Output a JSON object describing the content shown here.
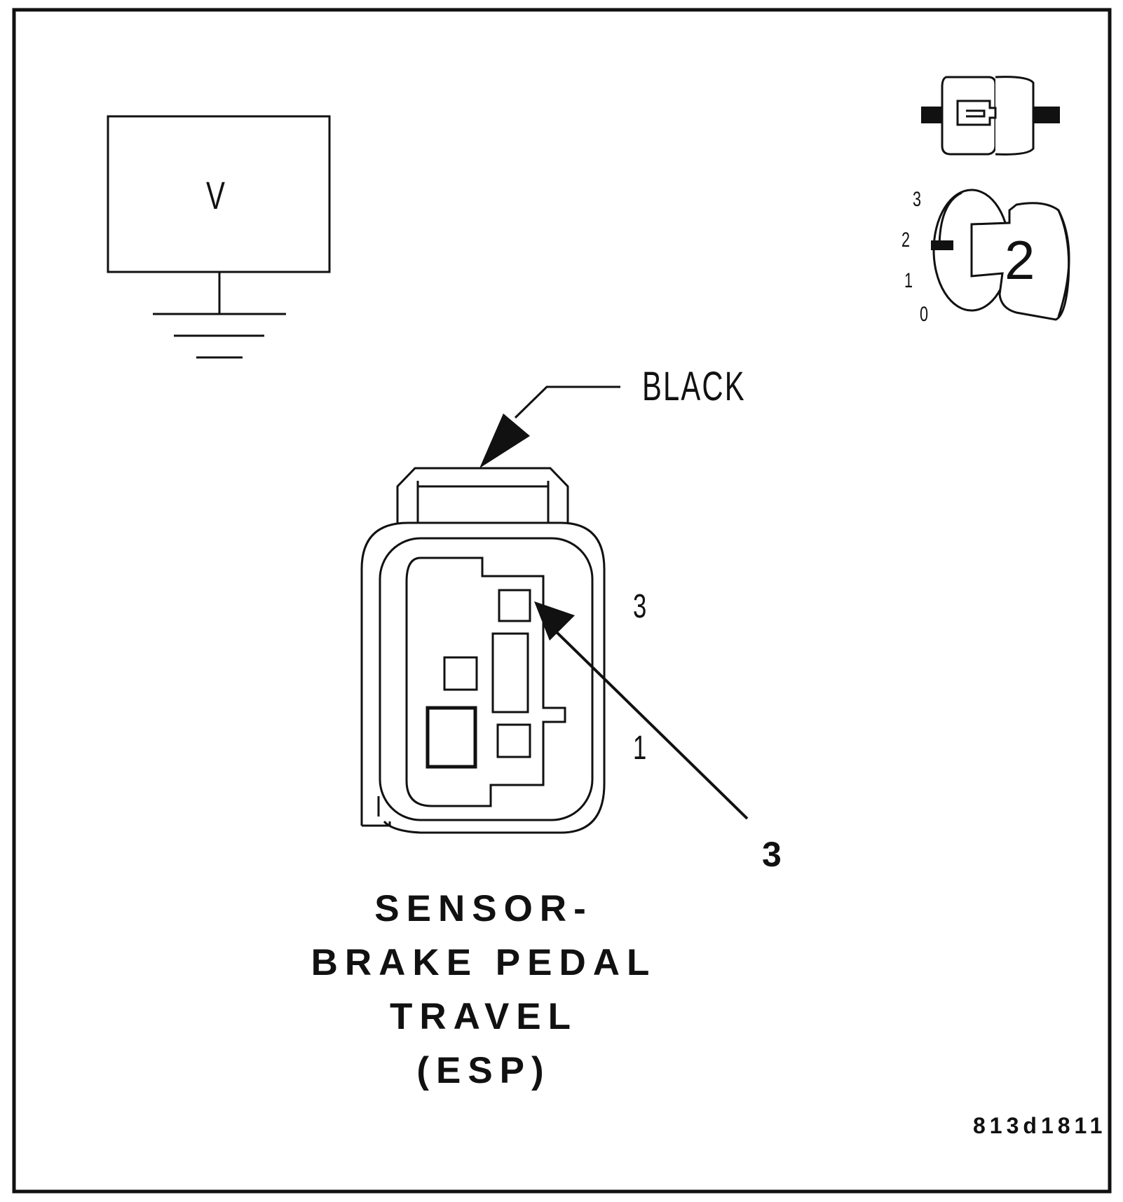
{
  "meter": {
    "symbol": "V"
  },
  "ignition": {
    "positions": [
      "3",
      "2",
      "1",
      "0"
    ],
    "selected": "2"
  },
  "connector": {
    "color_label": "BLACK",
    "pin_labels": {
      "top": "3",
      "bottom": "1"
    },
    "callout": "3"
  },
  "title_lines": [
    "SENSOR-",
    "BRAKE PEDAL",
    "TRAVEL",
    "(ESP)"
  ],
  "figure_id": "813d1811",
  "colors": {
    "ink": "#111111",
    "background": "#ffffff"
  }
}
